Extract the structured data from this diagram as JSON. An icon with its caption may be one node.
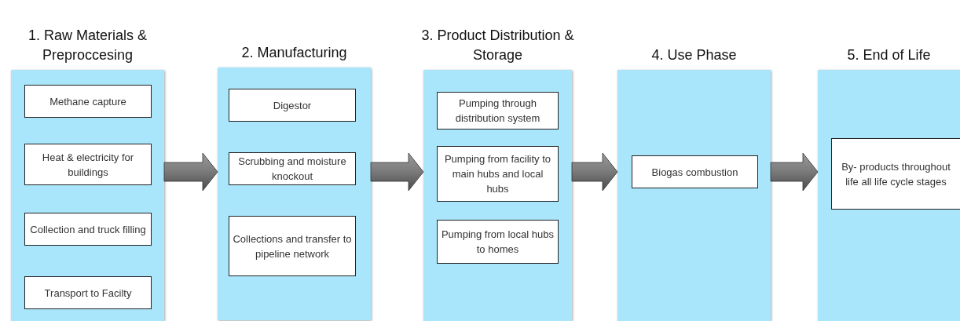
{
  "diagram": {
    "nodes": [
      {
        "text": [
          "1. Raw Materials & Preproccesing"
        ]
      },
      {
        "text": [
          "Methane capture"
        ],
        "in": 0
      },
      {
        "text": [
          "Heat & electricity for buildings"
        ],
        "in": 0
      },
      {
        "text": [
          "Collection and truck filling"
        ],
        "in": 0
      },
      {
        "text": [
          "Transport to Facilty"
        ],
        "in": 0
      },
      {
        "text": [
          "2. Manufacturing"
        ]
      },
      {
        "text": [
          "Digestor"
        ],
        "in": 5
      },
      {
        "text": [
          "Scrubbing and moisture knockout"
        ],
        "in": 5
      },
      {
        "text": [
          "Collections and transfer to pipeline network"
        ],
        "in": 5
      },
      {
        "text": [
          "3. Product Distribution & Storage"
        ]
      },
      {
        "text": [
          "Pumping through distribution system"
        ],
        "in": 9
      },
      {
        "text": [
          "Pumping from facility to main hubs and local hubs"
        ],
        "in": 9
      },
      {
        "text": [
          "Pumping from local hubs to homes"
        ],
        "in": 9
      },
      {
        "text": [
          "4. Use Phase"
        ]
      },
      {
        "text": [
          "Biogas combustion"
        ],
        "in": 13
      },
      {
        "text": [
          "5. End of Life"
        ]
      },
      {
        "text": [
          "By- products throughout life all life cycle stages"
        ],
        "in": 15
      }
    ],
    "edges": [
      {
        "from": 0,
        "to": 5,
        "arrow": "to"
      },
      {
        "from": 5,
        "to": 9,
        "arrow": "to"
      },
      {
        "from": 9,
        "to": 13,
        "arrow": "to"
      },
      {
        "from": 13,
        "to": 15,
        "arrow": "to"
      }
    ]
  }
}
